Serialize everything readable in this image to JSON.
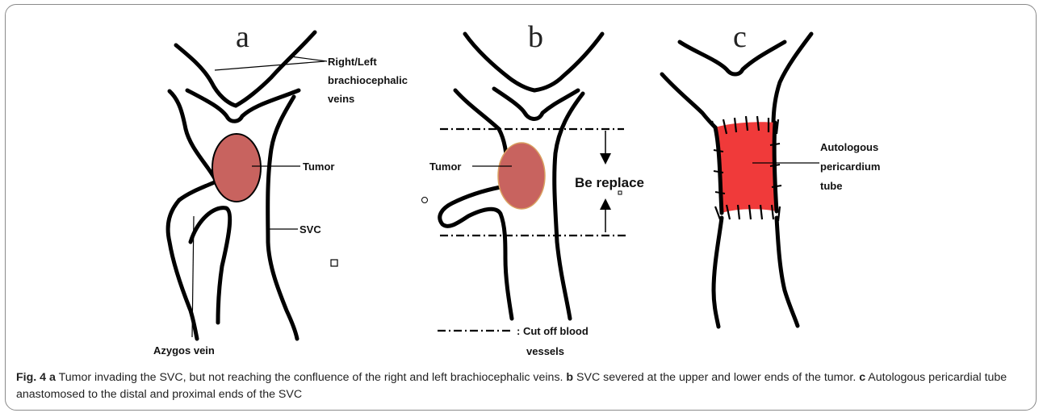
{
  "panels": {
    "a": {
      "letter": "a",
      "label_brachio_1": "Right/Left",
      "label_brachio_2": "brachiocephalic",
      "label_brachio_3": "veins",
      "label_tumor": "Tumor",
      "label_svc": "SVC",
      "label_azygos": "Azygos vein"
    },
    "b": {
      "letter": "b",
      "label_tumor": "Tumor",
      "label_replaced": "Be replace",
      "legend_text_1": ": Cut off blood",
      "legend_text_2": "vessels"
    },
    "c": {
      "letter": "c",
      "label_graft_1": "Autologous",
      "label_graft_2": "pericardium",
      "label_graft_3": "tube"
    }
  },
  "colors": {
    "tumor_fill": "#c8635f",
    "graft_fill": "#f03a3a",
    "vessel_stroke": "#000000"
  },
  "caption": {
    "fig_label": "Fig. 4",
    "a_letter": "a",
    "a_text": " Tumor invading the SVC, but not reaching the confluence of the right and left brachiocephalic veins. ",
    "b_letter": "b",
    "b_text": " SVC severed at the upper and lower ends of the tumor. ",
    "c_letter": "c",
    "c_text": " Autologous pericardial tube anastomosed to the distal and proximal ends of the SVC"
  }
}
